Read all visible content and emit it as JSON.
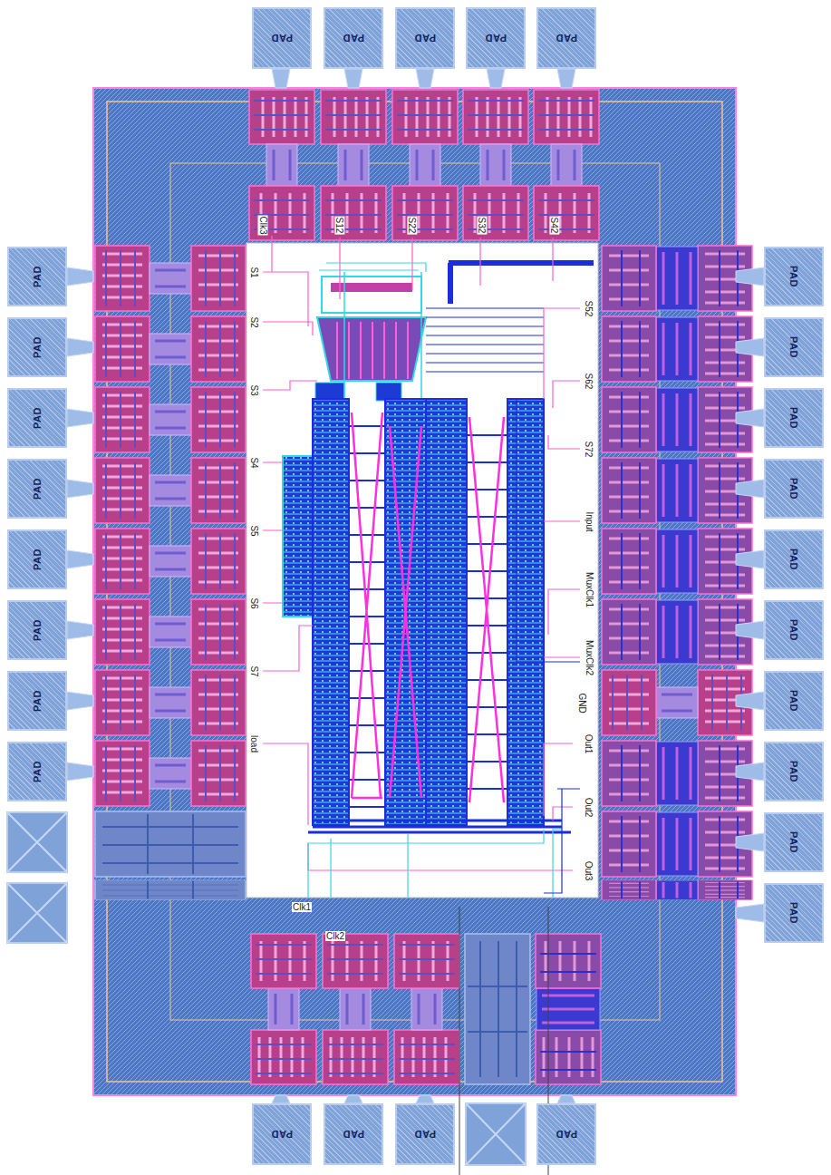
{
  "diagram": {
    "nodes": [
      {
        "text": [
          "PAD"
        ]
      },
      {
        "text": [
          "PAD"
        ]
      },
      {
        "text": [
          "PAD"
        ]
      },
      {
        "text": [
          "PAD"
        ]
      },
      {
        "text": [
          "PAD"
        ]
      },
      {
        "text": [
          "PAD"
        ]
      },
      {
        "text": [
          "PAD"
        ]
      },
      {
        "text": [
          "PAD"
        ]
      },
      {
        "text": [
          "PAD"
        ]
      },
      {
        "text": [
          "PAD"
        ]
      },
      {
        "text": [
          "PAD"
        ]
      },
      {
        "text": [
          "PAD"
        ]
      },
      {
        "text": [
          "PAD"
        ]
      },
      {
        "text": [
          "PAD"
        ]
      },
      {
        "text": [
          "PAD"
        ]
      },
      {
        "text": [
          "PAD"
        ]
      },
      {
        "text": [
          "PAD"
        ]
      },
      {
        "text": [
          "PAD"
        ]
      },
      {
        "text": [
          "PAD"
        ]
      },
      {
        "text": [
          "PAD"
        ]
      },
      {
        "text": [
          "PAD"
        ]
      },
      {
        "text": [
          "PAD"
        ]
      },
      {
        "text": [
          "PAD"
        ]
      },
      {
        "text": [
          "PAD"
        ]
      },
      {
        "text": [
          "PAD"
        ]
      },
      {
        "text": [
          "PAD"
        ]
      },
      {
        "text": [
          "PAD"
        ]
      }
    ],
    "labels": [
      "Clk3",
      "S12",
      "S22",
      "S32",
      "S42",
      "S1",
      "S2",
      "S3",
      "S4",
      "S5",
      "S6",
      "S7",
      "load",
      "S52",
      "S62",
      "S72",
      "Input",
      "MuxClk1",
      "MuxClk2",
      "GND",
      "Out1",
      "Out2",
      "Out3",
      "Clk1",
      "Clk2"
    ]
  }
}
